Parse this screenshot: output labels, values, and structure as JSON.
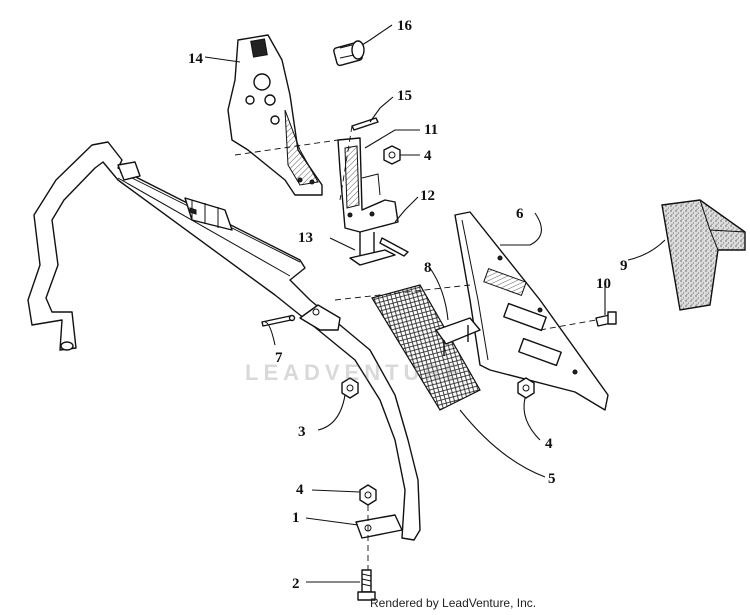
{
  "callouts": {
    "c1": "1",
    "c2": "2",
    "c3": "3",
    "c4a": "4",
    "c4b": "4",
    "c4c": "4",
    "c5": "5",
    "c6": "6",
    "c7": "7",
    "c8": "8",
    "c9": "9",
    "c10": "10",
    "c11": "11",
    "c12": "12",
    "c13": "13",
    "c14": "14",
    "c15": "15",
    "c16": "16"
  },
  "watermark": "LEADVENTURE",
  "footer": "Rendered by LeadVenture, Inc."
}
